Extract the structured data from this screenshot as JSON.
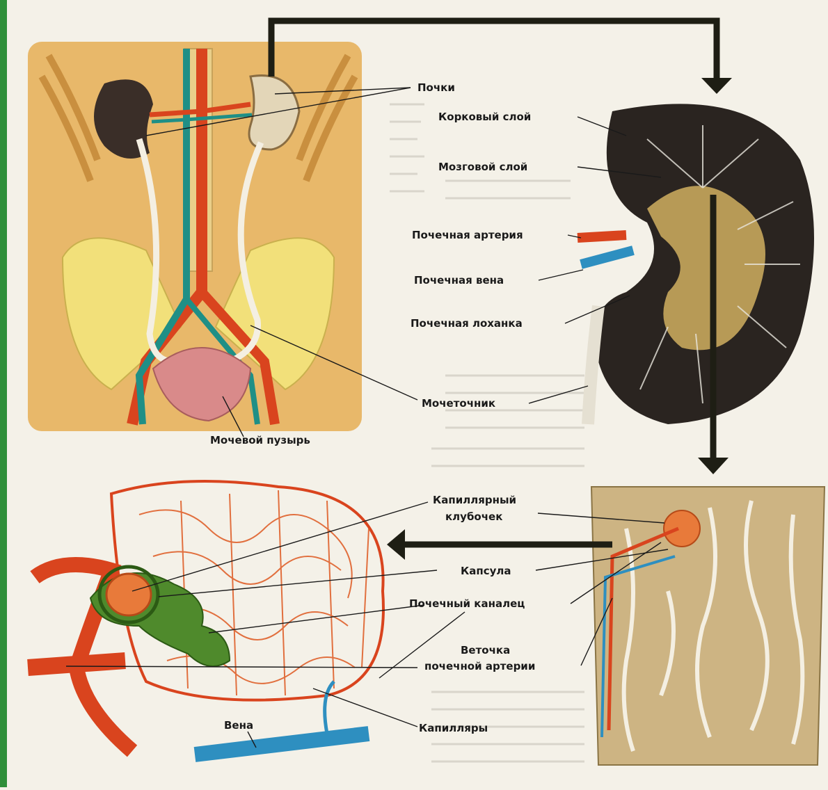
{
  "labels": {
    "kidneys": "Почки",
    "cortex": "Корковый слой",
    "medulla": "Мозговой слой",
    "renal_artery": "Почечная артерия",
    "renal_vein": "Почечная вена",
    "renal_pelvis": "Почечная лоханка",
    "ureter": "Мочеточник",
    "bladder": "Мочевой пузырь",
    "glomerulus_line1": "Капиллярный",
    "glomerulus_line2": "клубочек",
    "capsule": "Капсула",
    "tubule": "Почечный каналец",
    "artery_branch_line1": "Веточка",
    "artery_branch_line2": "почечной артерии",
    "capillaries": "Капилляры",
    "vein": "Вена"
  },
  "colors": {
    "background": "#f4f1e8",
    "body_tan": "#e8b86a",
    "pelvis_yellow": "#f2e07a",
    "artery_red": "#d9441e",
    "vein_blue": "#2e8fc0",
    "aorta_teal": "#1f8f86",
    "kidney_dark": "#2a2420",
    "bladder_pink": "#d98a8a",
    "tubule_green": "#4f8a2c",
    "section_tan": "#cdb483",
    "left_edge_green": "#2f8f3a"
  }
}
